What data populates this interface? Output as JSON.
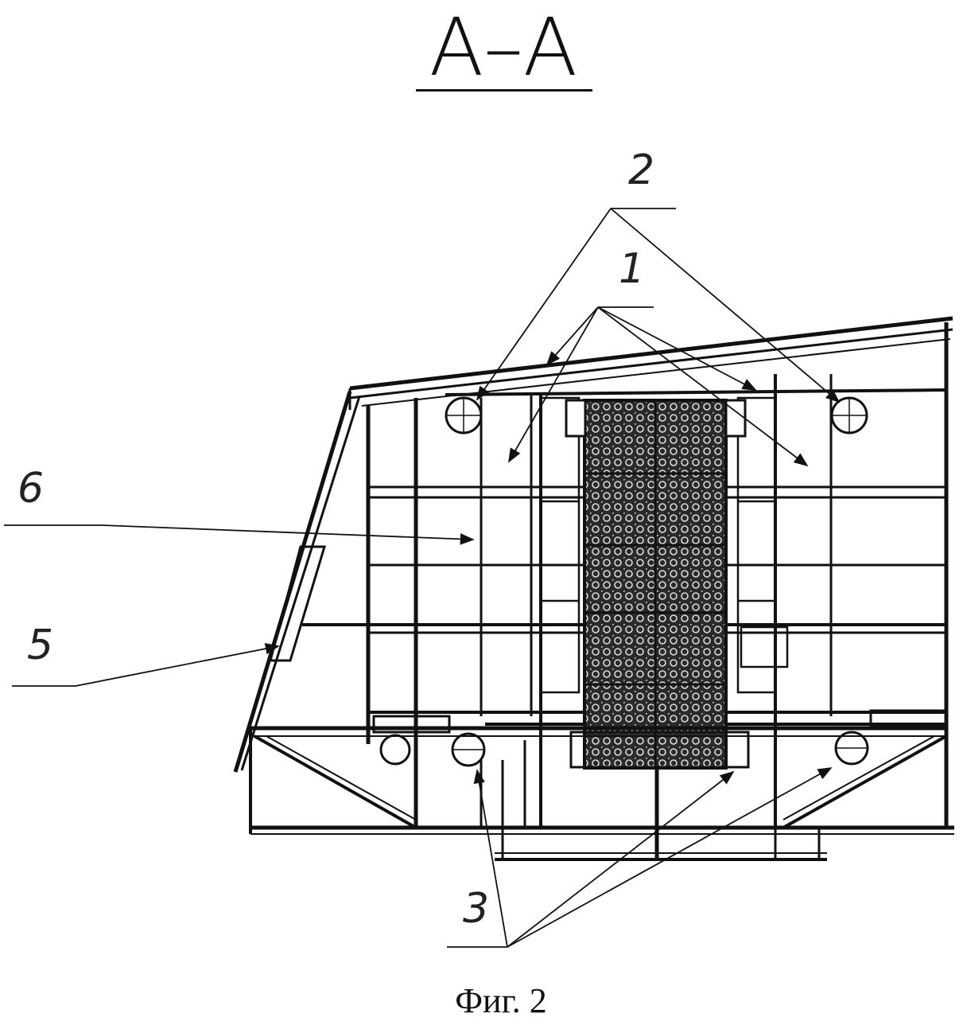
{
  "section_title": "A–A",
  "callouts": {
    "c1": "1",
    "c2": "2",
    "c3": "3",
    "c5": "5",
    "c6": "6"
  },
  "caption": "Фиг. 2",
  "colors": {
    "ink": "#111111",
    "paper": "#ffffff"
  }
}
